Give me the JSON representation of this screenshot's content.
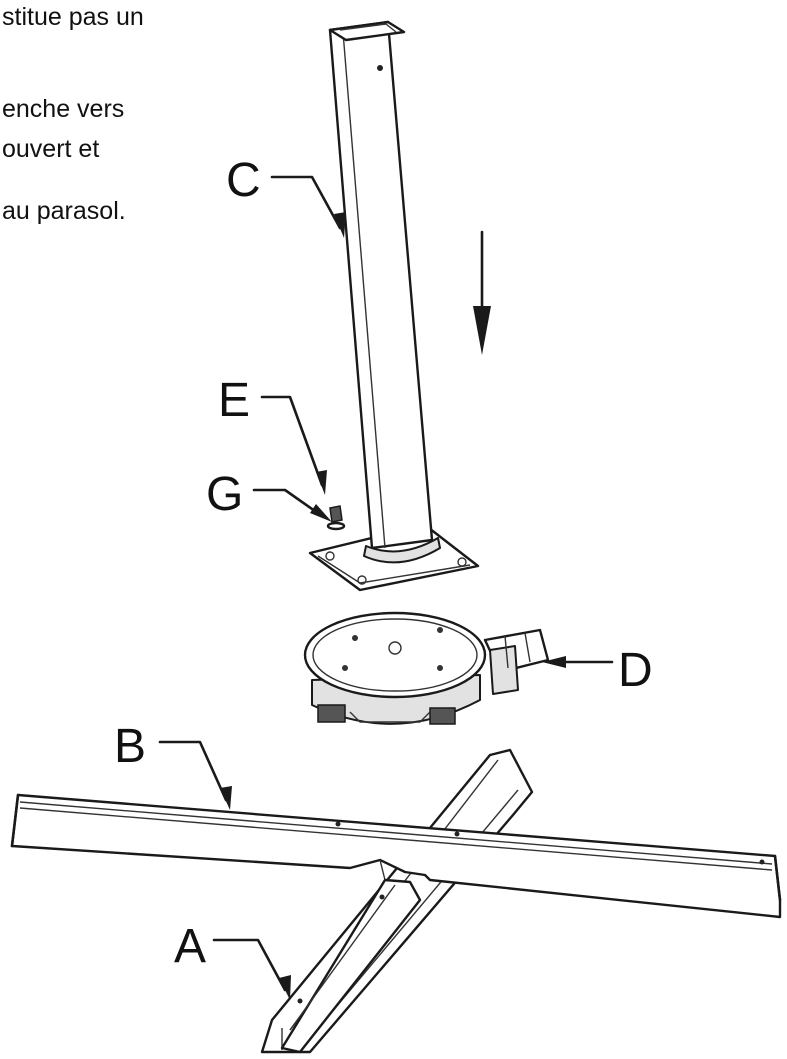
{
  "instructions": {
    "lines": [
      "stitue pas un",
      "enche vers",
      "ouvert et",
      "au parasol."
    ]
  },
  "labels": {
    "A": "A",
    "B": "B",
    "C": "C",
    "D": "D",
    "E": "E",
    "G": "G"
  },
  "colors": {
    "ink": "#111111",
    "background": "#ffffff"
  }
}
